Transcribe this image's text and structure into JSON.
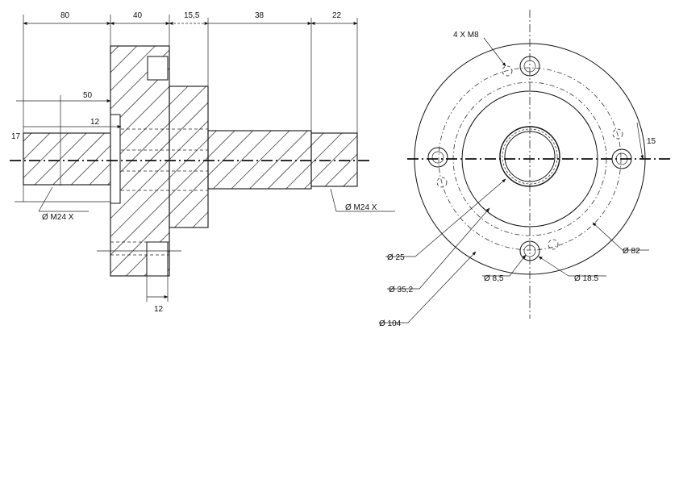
{
  "drawing": {
    "side_view": {
      "dim_80": "80",
      "dim_40": "40",
      "dim_15_5": "15,5",
      "dim_38": "38",
      "dim_22": "22",
      "dim_50": "50",
      "dim_12_top": "12",
      "dim_17": "17",
      "dim_12_bottom": "12",
      "thread_left": "Ø M24 X",
      "thread_right": "Ø M24 X"
    },
    "front_view": {
      "holes_label": "4 X M8",
      "dim_15": "15",
      "d25": "Ø 25",
      "d35": "Ø 35,2",
      "d104": "Ø 104",
      "d85": "Ø 8,5",
      "d185": "Ø 18.5",
      "d82": "Ø 82"
    }
  }
}
